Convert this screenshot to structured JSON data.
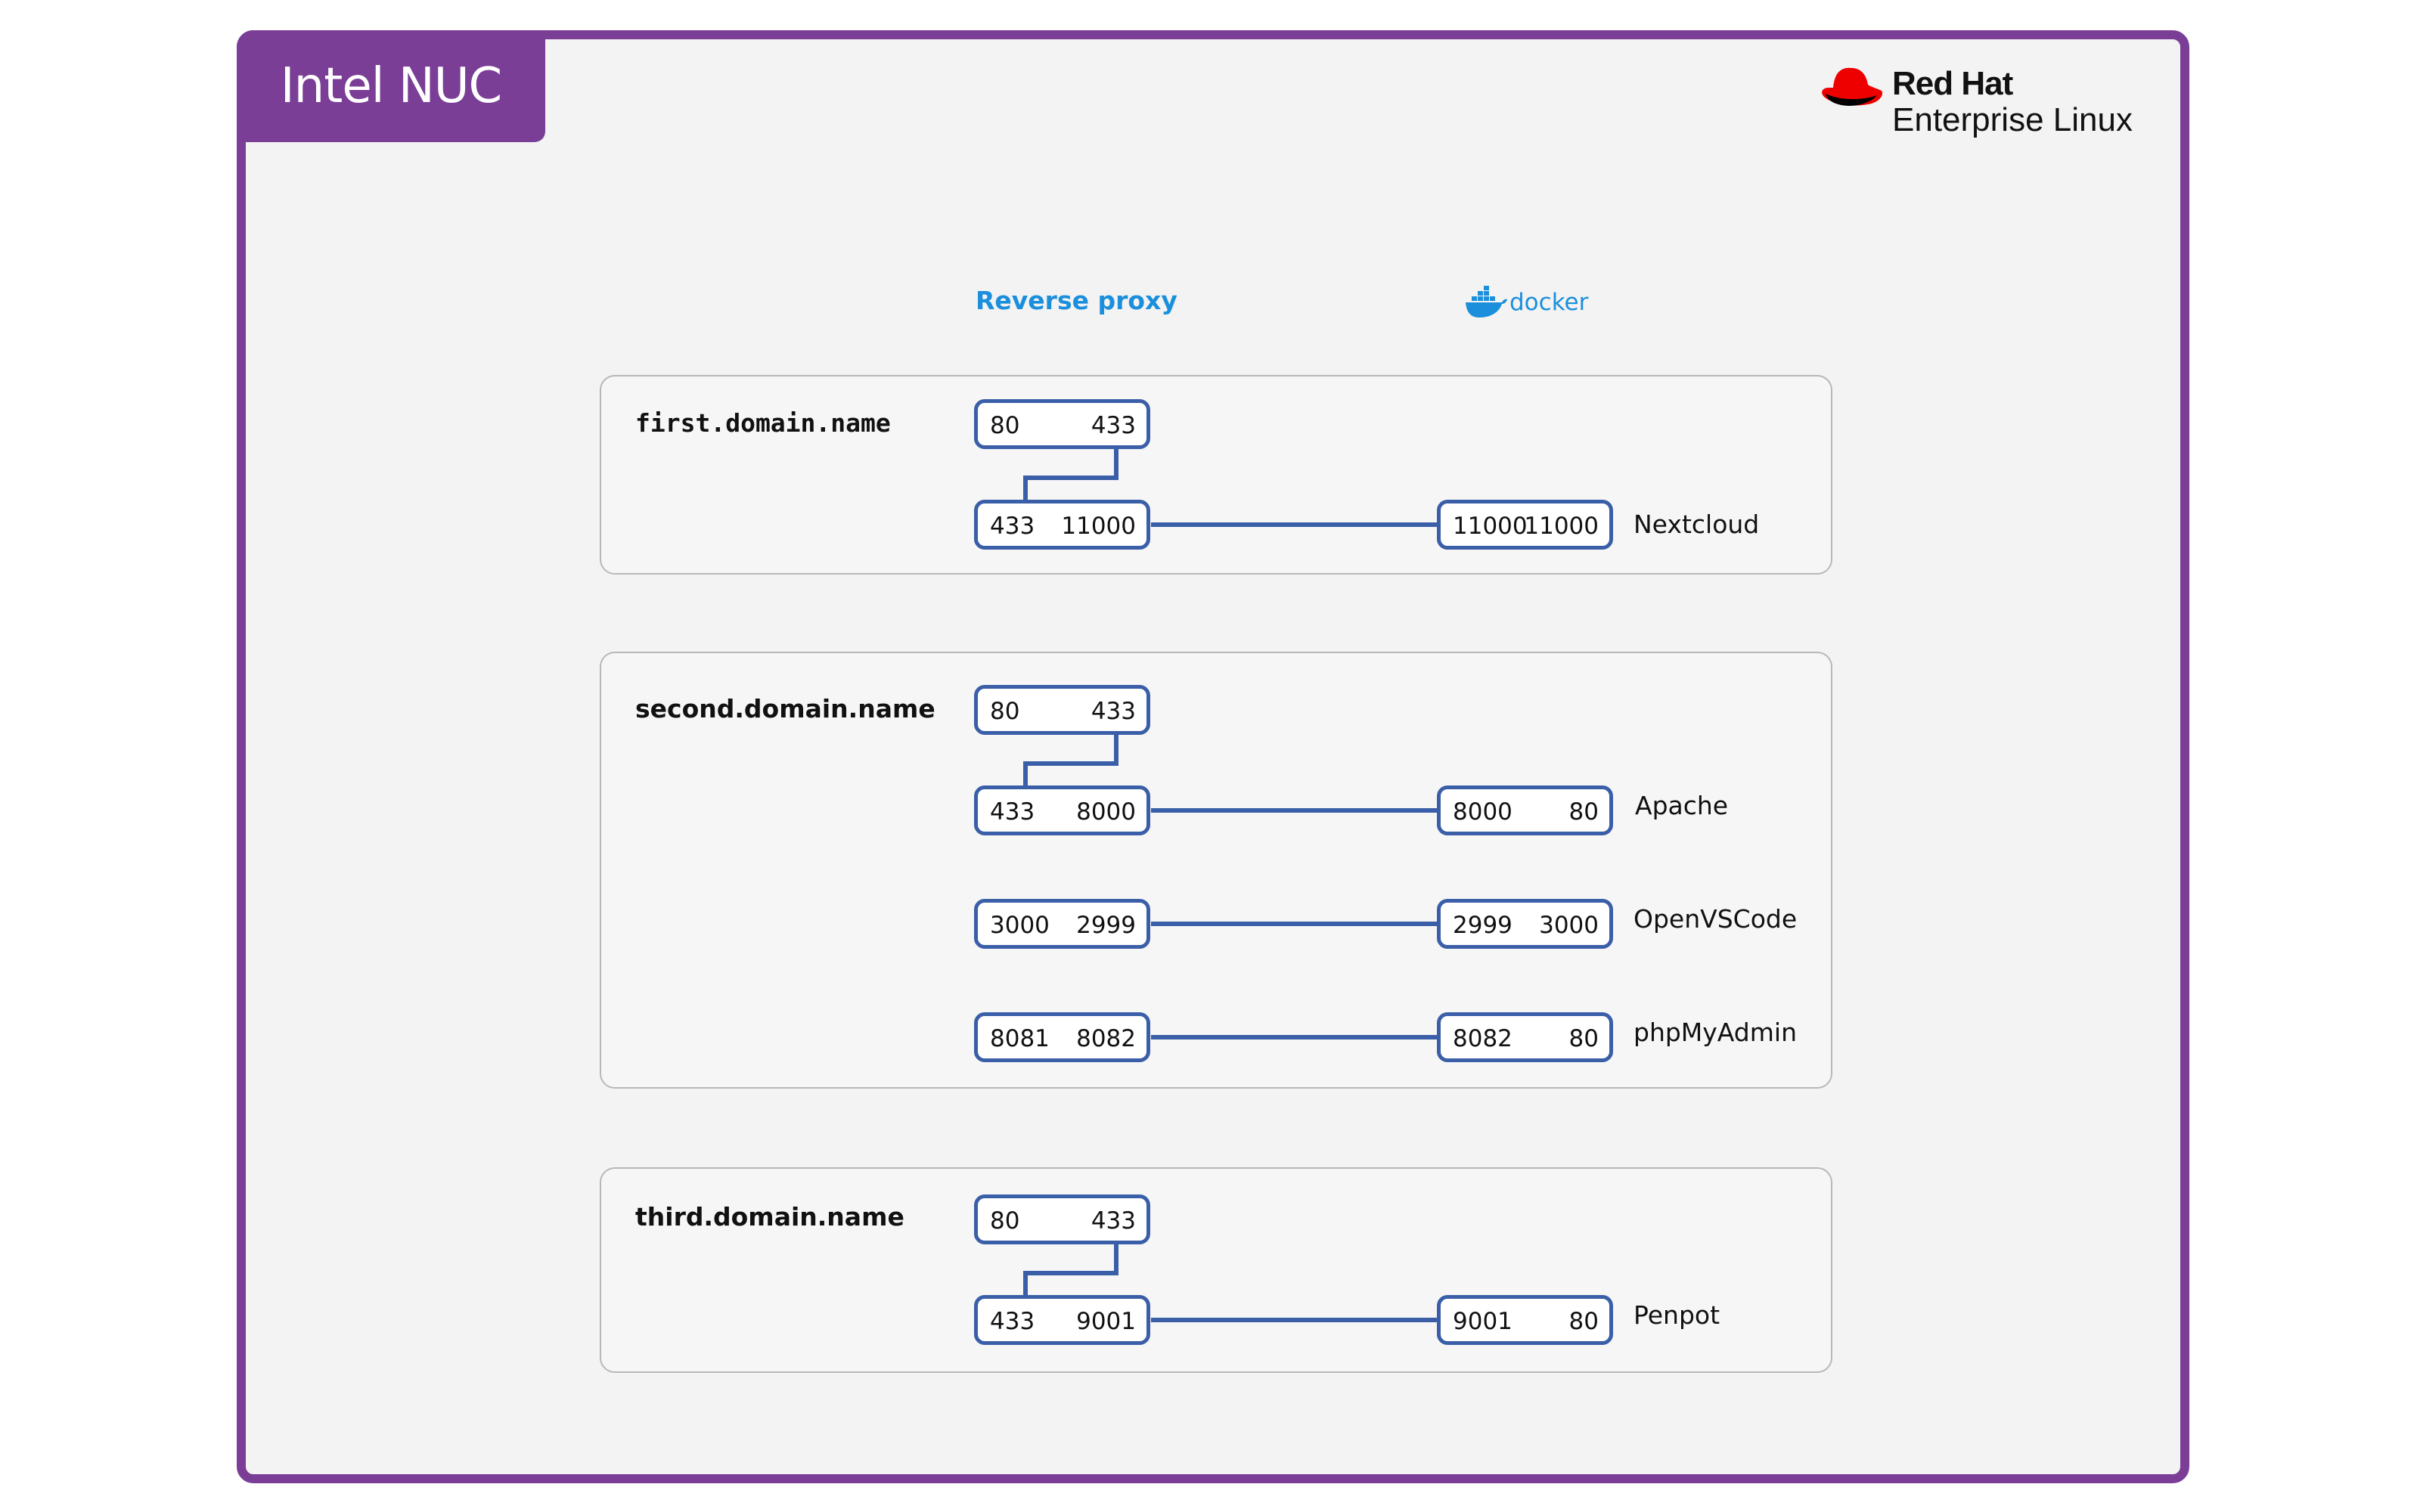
{
  "host": {
    "name": "Intel NUC",
    "frame_color": "#7a3e96"
  },
  "os_logo": {
    "line1": "Red Hat",
    "line2": "Enterprise Linux",
    "icon": "red-hat-icon",
    "color": "#ee0000"
  },
  "headers": {
    "reverse_proxy": "Reverse proxy",
    "docker": "docker",
    "docker_icon": "docker-whale-icon",
    "accent": "#1b8fdc"
  },
  "line_color": "#3a5fa8",
  "domains": [
    {
      "name": "first.domain.name",
      "listener": {
        "left": "80",
        "right": "433"
      },
      "routes": [
        {
          "proxy": {
            "left": "433",
            "right": "11000"
          },
          "container": {
            "left": "11000",
            "right": "11000"
          },
          "service": "Nextcloud"
        }
      ]
    },
    {
      "name": "second.domain.name",
      "listener": {
        "left": "80",
        "right": "433"
      },
      "routes": [
        {
          "proxy": {
            "left": "433",
            "right": "8000"
          },
          "container": {
            "left": "8000",
            "right": "80"
          },
          "service": "Apache"
        },
        {
          "proxy": {
            "left": "3000",
            "right": "2999"
          },
          "container": {
            "left": "2999",
            "right": "3000"
          },
          "service": "OpenVSCode"
        },
        {
          "proxy": {
            "left": "8081",
            "right": "8082"
          },
          "container": {
            "left": "8082",
            "right": "80"
          },
          "service": "phpMyAdmin"
        }
      ]
    },
    {
      "name": "third.domain.name",
      "listener": {
        "left": "80",
        "right": "433"
      },
      "routes": [
        {
          "proxy": {
            "left": "433",
            "right": "9001"
          },
          "container": {
            "left": "9001",
            "right": "80"
          },
          "service": "Penpot"
        }
      ]
    }
  ]
}
